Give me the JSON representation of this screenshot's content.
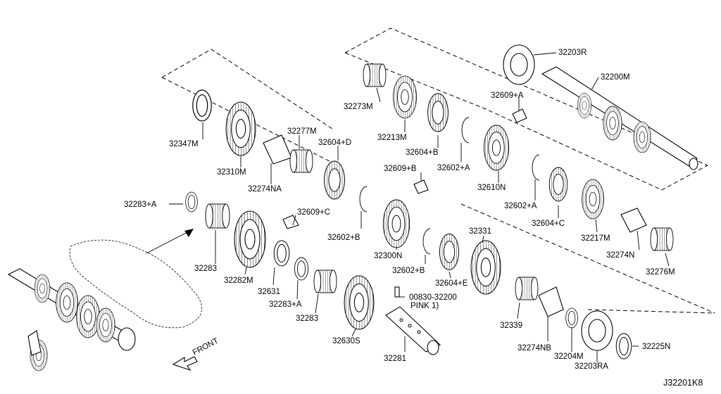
{
  "diagram_code": "J32201K8",
  "front_label": "FRONT",
  "pink_note": "PINK 1)",
  "labels": {
    "p32203R": "32203R",
    "p32200M": "32200M",
    "p32609A_top": "32609+A",
    "p32273M": "32273M",
    "p32213M": "32213M",
    "p32604B_top": "32604+B",
    "p32602A_top": "32602+A",
    "p32610N": "32610N",
    "p32347M": "32347M",
    "p32310M": "32310M",
    "p32277M": "32277M",
    "p32274NA": "32274NA",
    "p32604D": "32604+D",
    "p32609B": "32609+B",
    "p32602A_mid": "32602+A",
    "p32604C": "32604+C",
    "p32217M": "32217M",
    "p32274N": "32274N",
    "p32276M": "32276M",
    "p32283A_left": "32283+A",
    "p32609C": "32609+C",
    "p32602B_left": "32602+B",
    "p32300N": "32300N",
    "p32331": "32331",
    "p32283_left": "32283",
    "p32282M": "32282M",
    "p32631": "32631",
    "p32283A_mid": "32283+A",
    "p32283_mid": "32283",
    "p32630S": "32630S",
    "p32602B_mid": "32602+B",
    "p32604E": "32604+E",
    "p00830": "00830-32200",
    "p32339": "32339",
    "p32274NB": "32274NB",
    "p32204M": "32204M",
    "p32225N": "32225N",
    "p32203RA": "32203RA",
    "p32281": "32281"
  }
}
